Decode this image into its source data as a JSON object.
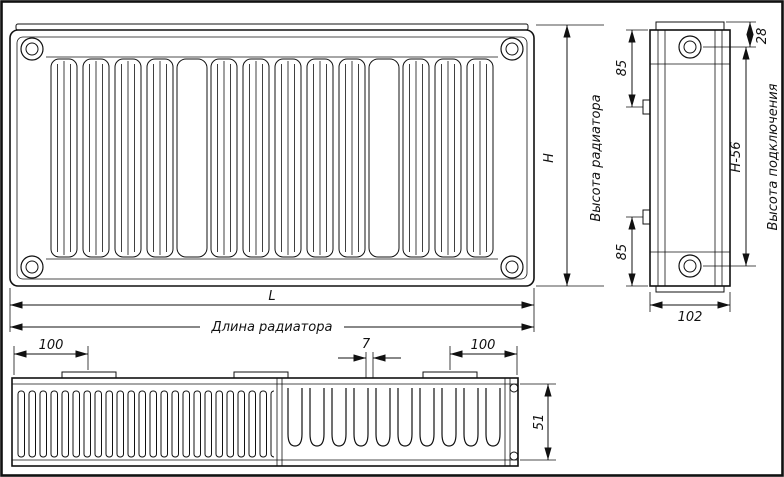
{
  "colors": {
    "ink": "#111111",
    "background": "#ffffff"
  },
  "front_view": {
    "height_label": "H",
    "height_caption": "Высота радиатора",
    "length_label": "L",
    "length_caption": "Длина радиатора"
  },
  "side_view": {
    "top_to_port": "28",
    "port_offset_top": "85",
    "port_offset_bottom": "85",
    "port_spacing_label": "H-56",
    "connection_caption": "Высота подключения",
    "depth": "102"
  },
  "bottom_view": {
    "left_tab_offset": "100",
    "panel_gap": "7",
    "right_tab_offset": "100",
    "section_height": "51"
  }
}
